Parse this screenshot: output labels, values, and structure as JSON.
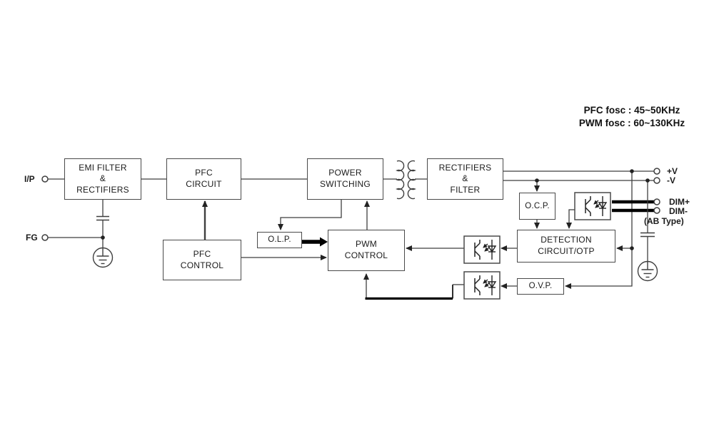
{
  "notes": {
    "pfc_fosc": "PFC fosc : 45~50KHz",
    "pwm_fosc": "PWM fosc : 60~130KHz"
  },
  "blocks": {
    "emi_filter": {
      "label": "EMI FILTER\n&\nRECTIFIERS"
    },
    "pfc_circuit": {
      "label": "PFC\nCIRCUIT"
    },
    "power_switching": {
      "label": "POWER\nSWITCHING"
    },
    "rectifiers_filter": {
      "label": "RECTIFIERS\n&\nFILTER"
    },
    "pfc_control": {
      "label": "PFC\nCONTROL"
    },
    "olp": {
      "label": "O.L.P."
    },
    "pwm_control": {
      "label": "PWM\nCONTROL"
    },
    "ocp": {
      "label": "O.C.P."
    },
    "detection": {
      "label": "DETECTION\nCIRCUIT/OTP"
    },
    "ovp": {
      "label": "O.V.P."
    }
  },
  "terminals": {
    "ip": "I/P",
    "fg": "FG",
    "v_plus": "+V",
    "v_minus": "-V",
    "dim_plus": "DIM+",
    "dim_minus": "DIM-",
    "ab_type": "(AB Type)"
  },
  "colors": {
    "line": "#3f3f3f",
    "thick_line": "#000000",
    "text": "#1b1b1b",
    "background": "#ffffff"
  }
}
